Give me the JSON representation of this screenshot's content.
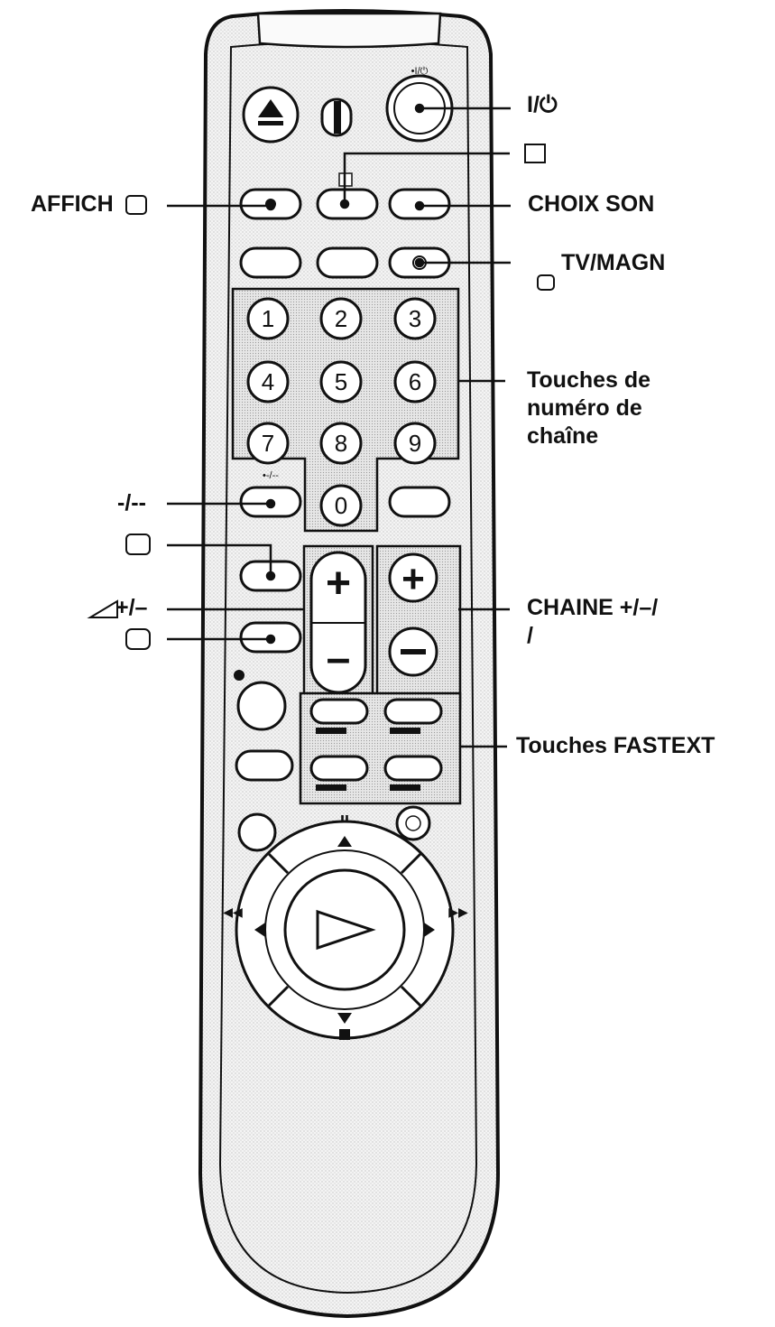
{
  "callouts": {
    "power": "I/⏻",
    "position": "",
    "affich": "AFFICH",
    "choix_son": "CHOIX SON",
    "tv_magn": "TV/MAGN",
    "touches_numero": "Touches de\nnuméro de\nchaîne",
    "input_mode": "-/--",
    "teletext": "",
    "volume": "+/–",
    "tv": "",
    "chaine": "CHAINE +/–/\n/",
    "fastext": "Touches FASTEXT"
  },
  "remote": {
    "power_label": "•I/⏻",
    "digits": [
      "1",
      "2",
      "3",
      "4",
      "5",
      "6",
      "7",
      "8",
      "9",
      "0"
    ],
    "input_mode_label": "•-/--",
    "plus_symbol": "+",
    "minus_symbol": "–",
    "pause_symbol": "II",
    "rewind_symbol": "◀◀",
    "ff_symbol": "▶▶"
  },
  "colors": {
    "ink": "#111111",
    "body": "#f2f2f2",
    "panel": "#e4e4e4"
  }
}
